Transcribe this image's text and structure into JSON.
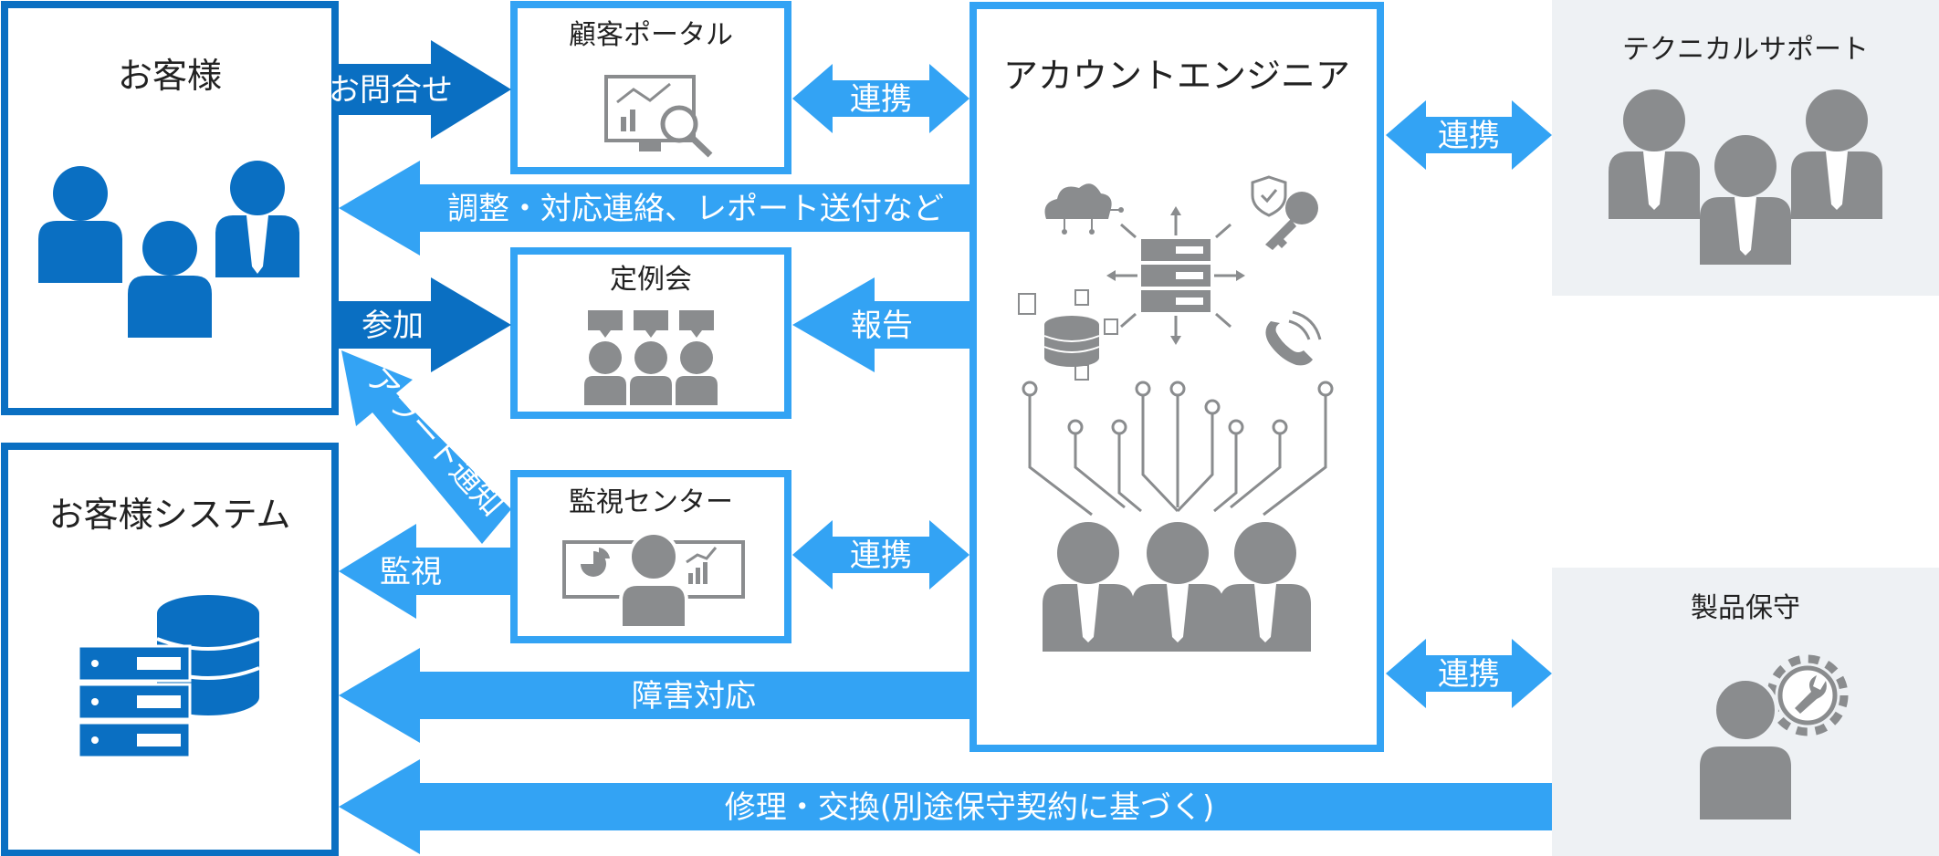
{
  "nodes": {
    "customer": "お客様",
    "customer_system": "お客様システム",
    "portal": "顧客ポータル",
    "meeting": "定例会",
    "monitoring_center": "監視センター",
    "account_engineer": "アカウントエンジニア",
    "tech_support": "テクニカルサポート",
    "product_maintenance": "製品保守"
  },
  "arrows": {
    "inquiry": "お問合せ",
    "portal_link": "連携",
    "coordination": "調整・対応連絡、レポート送付など",
    "attend": "参加",
    "report": "報告",
    "alert": "アラート通知",
    "monitor": "監視",
    "monitor_link": "連携",
    "incident": "障害対応",
    "repair": "修理・交換(別途保守契約に基づく)",
    "tech_link": "連携",
    "product_link": "連携"
  },
  "colors": {
    "dark_blue": "#0a6fc2",
    "light_blue": "#33a3f4",
    "gray_icon": "#8a8c8e",
    "panel_gray": "#eef1f4"
  }
}
